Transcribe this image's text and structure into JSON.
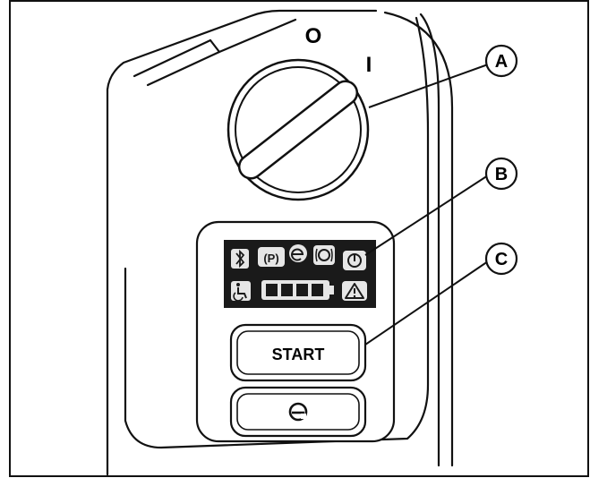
{
  "switch_positions": {
    "off": "O",
    "on": "I"
  },
  "callouts": [
    {
      "letter": "A",
      "target": "main-power-switch"
    },
    {
      "letter": "B",
      "target": "power-indicator"
    },
    {
      "letter": "C",
      "target": "start-button"
    }
  ],
  "display": {
    "icons_top": [
      "bluetooth-icon",
      "park-brake-icon",
      "eco-mode-icon",
      "brake-icon",
      "power-icon"
    ],
    "icons_bottom": [
      "wheelchair-icon",
      "battery-icon",
      "warning-icon"
    ],
    "park_label": "(P)",
    "battery_level": 1.0,
    "battery_bars": 4
  },
  "buttons": {
    "start_label": "START",
    "eco_icon": "eco-mode-icon"
  },
  "colors": {
    "line": "#111111",
    "display_bg": "#1a1a1a",
    "icon_light": "#e6e6e6",
    "paper": "#ffffff"
  }
}
